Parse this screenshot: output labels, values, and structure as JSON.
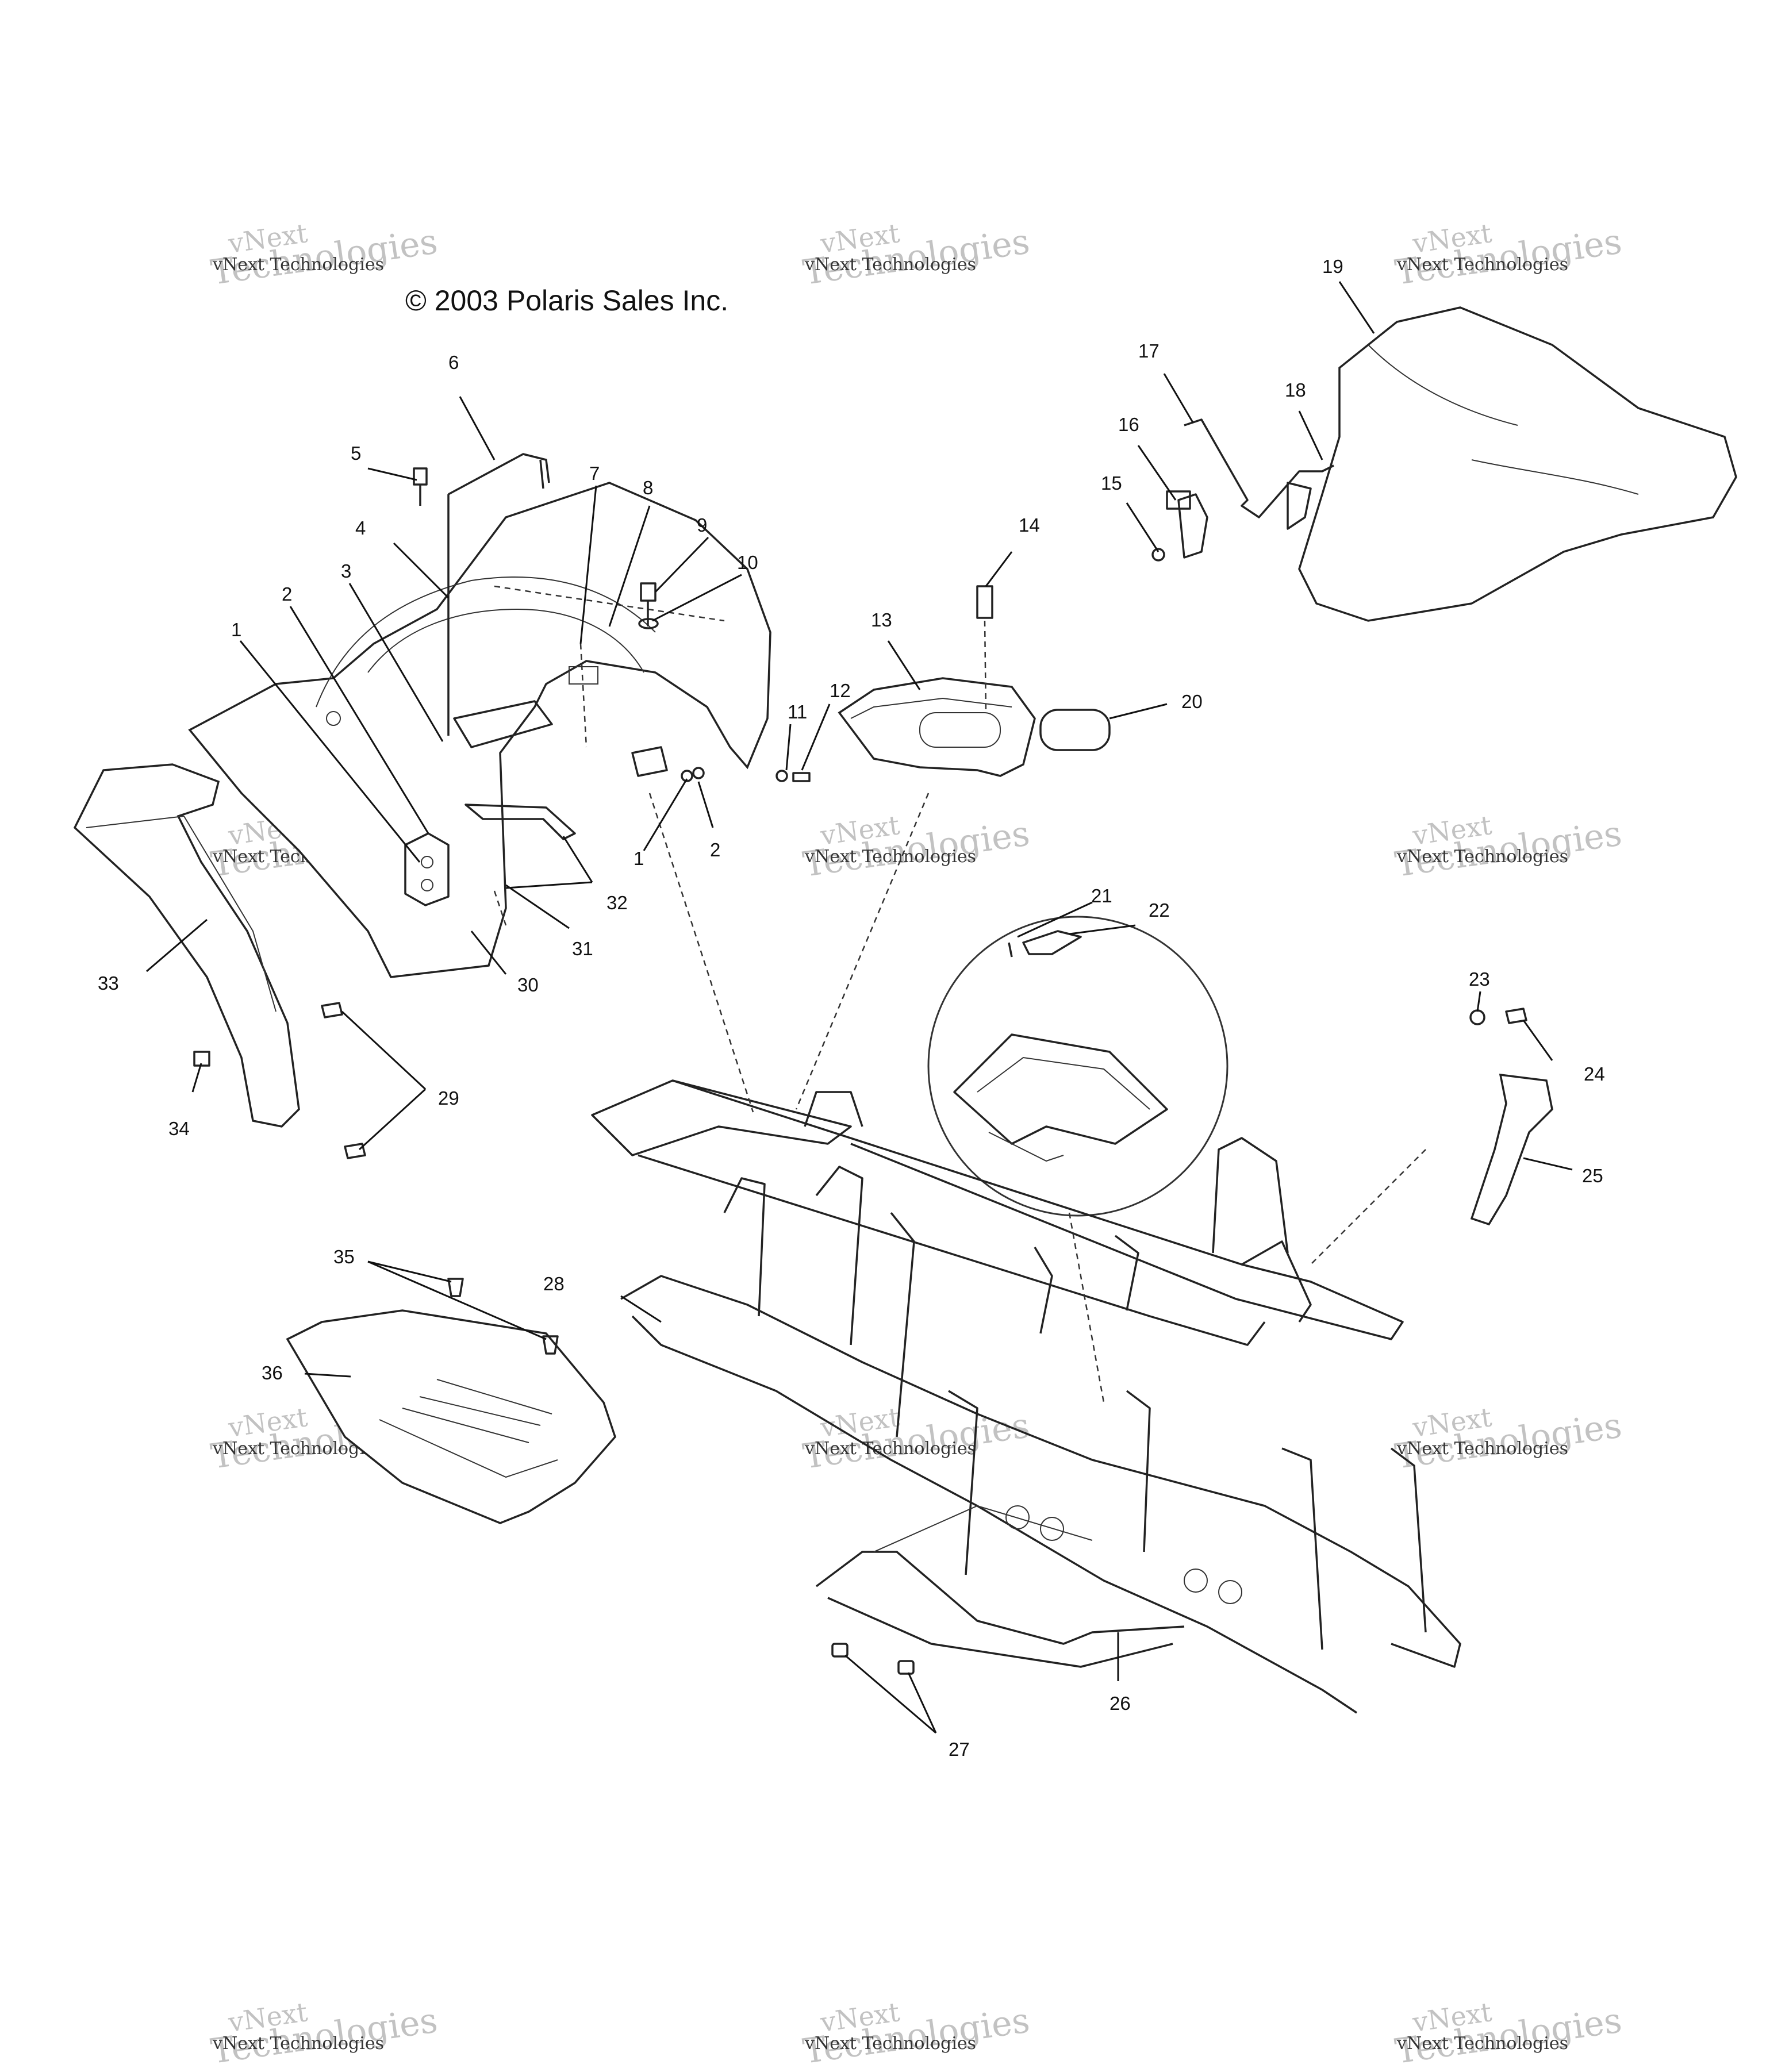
{
  "copyright": "© 2003 Polaris Sales Inc.",
  "watermark": {
    "line1": "vNext",
    "line2": "vNext Technologies",
    "line3": "Technologies"
  },
  "callouts": [
    "1",
    "2",
    "3",
    "4",
    "5",
    "6",
    "7",
    "8",
    "9",
    "10",
    "11",
    "12",
    "13",
    "14",
    "15",
    "16",
    "17",
    "18",
    "19",
    "20",
    "21",
    "22",
    "23",
    "24",
    "25",
    "26",
    "27",
    "28",
    "29",
    "30",
    "31",
    "32",
    "33",
    "34",
    "35",
    "36"
  ],
  "callouts_extra": [
    "1",
    "2"
  ]
}
